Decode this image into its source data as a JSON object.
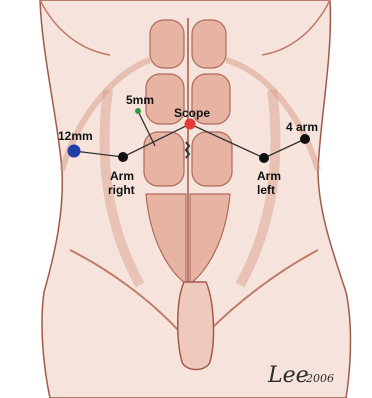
{
  "diagram": {
    "ports": [
      {
        "id": "scope",
        "label": "Scope",
        "color": "#e53935"
      },
      {
        "id": "port-5mm",
        "label": "5mm",
        "color": "#2e9d3a"
      },
      {
        "id": "port-12mm",
        "label": "12mm",
        "color": "#1f3fa8"
      },
      {
        "id": "arm-right",
        "label_line1": "Arm",
        "label_line2": "right",
        "color": "#111111"
      },
      {
        "id": "arm-left",
        "label_line1": "Arm",
        "label_line2": "left",
        "color": "#111111"
      },
      {
        "id": "port-4-arm",
        "label": "4 arm",
        "color": "#111111"
      }
    ],
    "signature": {
      "text": "Lee",
      "year": "2006"
    },
    "colors": {
      "skin": "#f3d2c4",
      "shade": "#d89a86",
      "line": "#a15a4a"
    }
  }
}
